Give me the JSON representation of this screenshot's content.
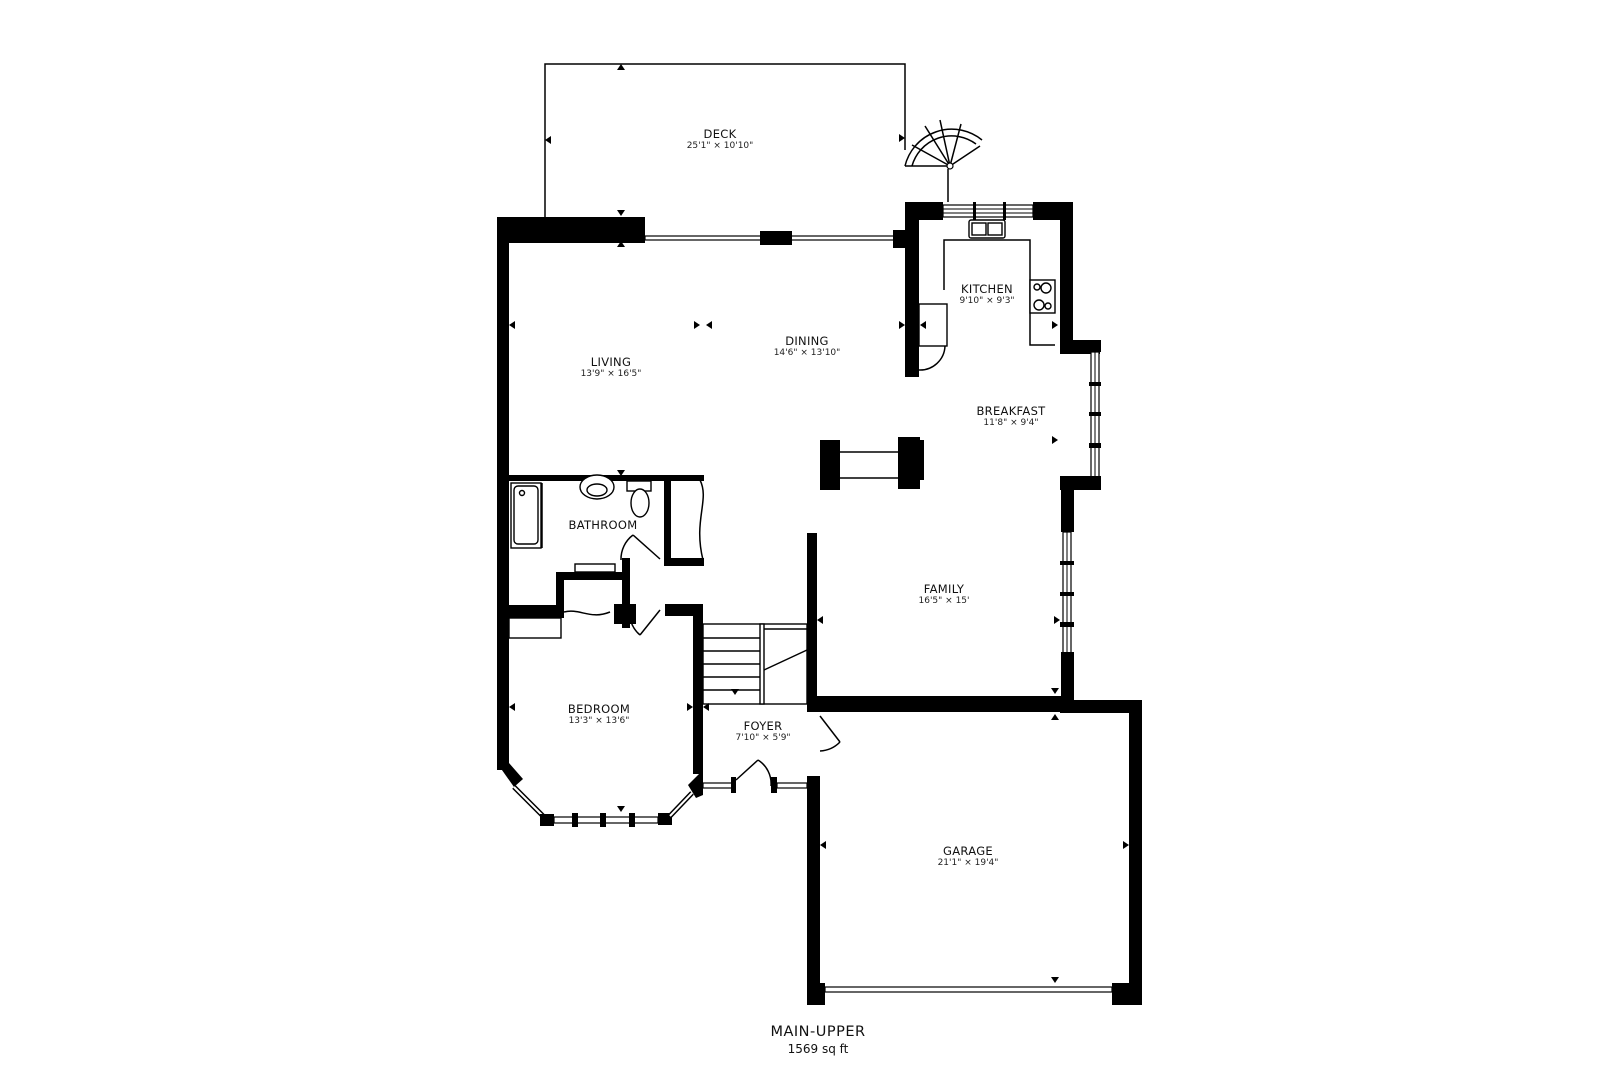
{
  "plan": {
    "level_name": "MAIN-UPPER",
    "area": "1569 sq ft",
    "rooms": [
      {
        "id": "deck",
        "name": "DECK",
        "dims": "25'1\" × 10'10\""
      },
      {
        "id": "living",
        "name": "LIVING",
        "dims": "13'9\" × 16'5\""
      },
      {
        "id": "dining",
        "name": "DINING",
        "dims": "14'6\" × 13'10\""
      },
      {
        "id": "kitchen",
        "name": "KITCHEN",
        "dims": "9'10\" × 9'3\""
      },
      {
        "id": "breakfast",
        "name": "BREAKFAST",
        "dims": "11'8\" × 9'4\""
      },
      {
        "id": "bathroom",
        "name": "BATHROOM",
        "dims": ""
      },
      {
        "id": "family",
        "name": "FAMILY",
        "dims": "16'5\" × 15'"
      },
      {
        "id": "bedroom",
        "name": "BEDROOM",
        "dims": "13'3\" × 13'6\""
      },
      {
        "id": "foyer",
        "name": "FOYER",
        "dims": "7'10\" × 5'9\""
      },
      {
        "id": "garage",
        "name": "GARAGE",
        "dims": "21'1\" × 19'4\""
      }
    ],
    "colors": {
      "wall": "#000000",
      "background": "#ffffff",
      "text": "#111111"
    }
  }
}
